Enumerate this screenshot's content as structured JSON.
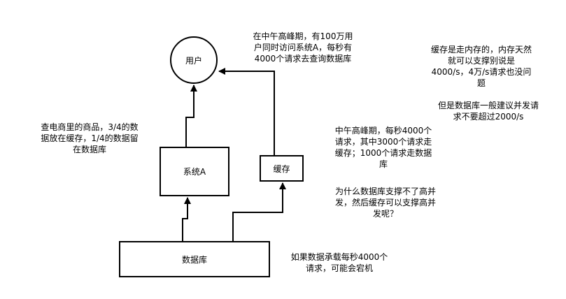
{
  "nodes": {
    "user": "用户",
    "system_a": "系统A",
    "cache": "缓存",
    "database": "数据库"
  },
  "notes": {
    "peak_top": "在中午高峰期，有100万用\n户同时访问系统A，每秒有\n4000个请求去查询数据库",
    "query": "查电商里的商品，3/4的数\n据放在缓存，1/4的数据留\n在数据库",
    "cache_memory": "缓存是走内存的，内存天然\n就可以支撑别说是\n4000/s，4万/s请求也没问\n题",
    "db_advice": "但是数据库一般建议并发请\n求不要超过2000/s",
    "peak_split": "中午高峰期，每秒4000个\n请求，其中3000个请求走\n缓存；1000个请求走数据\n库",
    "why": "为什么数据库支撑不了高并\n发，然后缓存可以支撑高并\n发呢？",
    "crash": "如果数据承载每秒4000个\n请求，可能会宕机"
  },
  "colors": {
    "line": "#000000",
    "background": "#ffffff"
  }
}
